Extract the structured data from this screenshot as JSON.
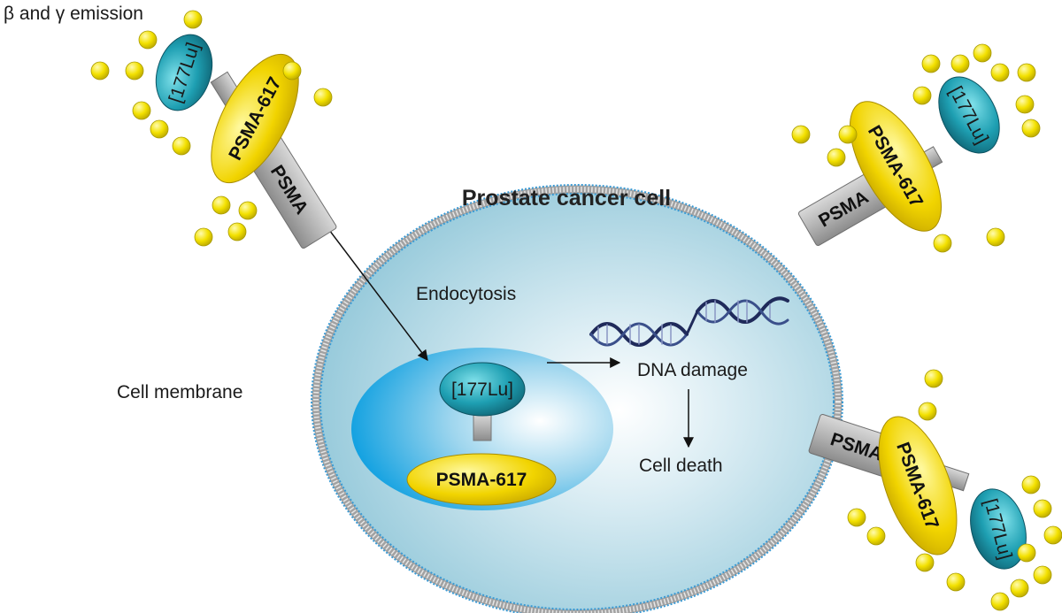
{
  "emission_label": "β and γ emission",
  "cell_title": "Prostate cancer cell",
  "membrane_label": "Cell membrane",
  "endocytosis_label": "Endocytosis",
  "dna_damage_label": "DNA damage",
  "cell_death_label": "Cell death",
  "radionuclide_label": "[177Lu]",
  "ligand_label": "PSMA-617",
  "receptor_label": "PSMA",
  "colors": {
    "cell_fill": "#8fc6d8",
    "cell_center": "#ffffff",
    "membrane": "#9a9a9a",
    "membrane_heads": "#3a9ad4",
    "ligand": "#f2d500",
    "radionuclide": "#1f8fa0",
    "receptor": "#b4b4b4",
    "emission_particle": "#f5e000",
    "endosome": "#1aa3de",
    "dna": "#1f2a5a"
  }
}
